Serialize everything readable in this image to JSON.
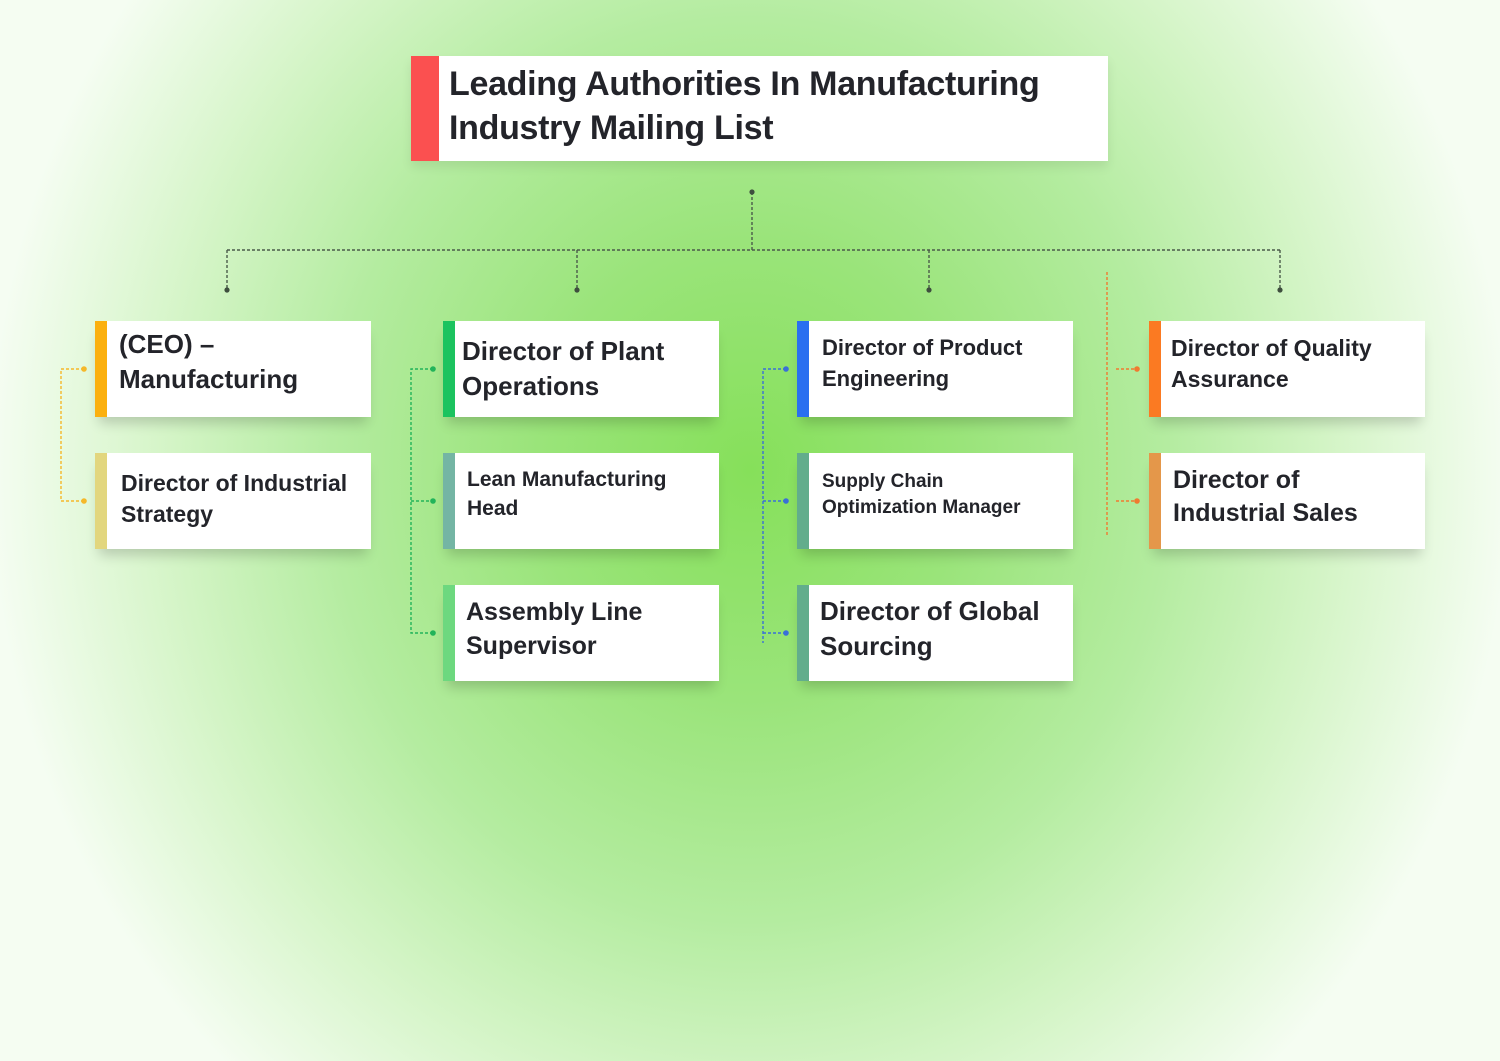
{
  "title": "Leading Authorities In Manufacturing Industry Mailing List",
  "colors": {
    "title_accent": "#fb5050",
    "title_text": "#23242a",
    "hierarchy_line": "#4a5a4a"
  },
  "columns": [
    {
      "connector_color": "#f5b82a",
      "cards": [
        {
          "label": "(CEO) – Manufacturing",
          "accent": "#fbb00f"
        },
        {
          "label": "Director of Industrial Strategy",
          "accent": "#e2d67e"
        }
      ]
    },
    {
      "connector_color": "#22b45a",
      "cards": [
        {
          "label": "Director of Plant Operations",
          "accent": "#1cc35f"
        },
        {
          "label": "Lean Manufacturing Head",
          "accent": "#74b5a4"
        },
        {
          "label": "Assembly Line Supervisor",
          "accent": "#6dd87f"
        }
      ]
    },
    {
      "connector_color": "#3a6fd8",
      "cards": [
        {
          "label": "Director of Product Engineering",
          "accent": "#2a6ff0"
        },
        {
          "label": "Supply Chain Optimization Manager",
          "accent": "#62ad8c"
        },
        {
          "label": "Director of Global Sourcing",
          "accent": "#62ad8c"
        }
      ]
    },
    {
      "connector_color": "#f07a30",
      "cards": [
        {
          "label": "Director of Quality Assurance",
          "accent": "#fb7a22"
        },
        {
          "label": "Director of Industrial Sales",
          "accent": "#e4974a"
        }
      ]
    }
  ]
}
